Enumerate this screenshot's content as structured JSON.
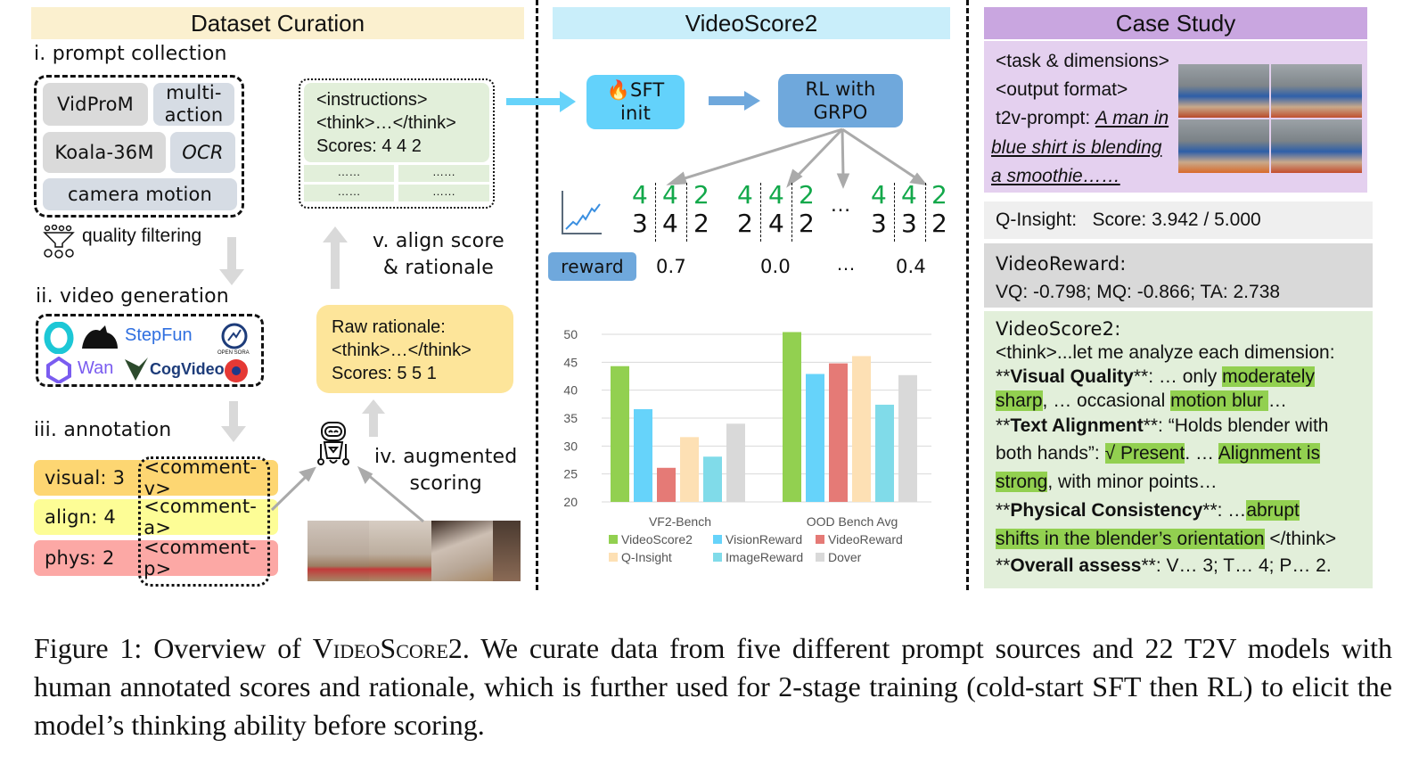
{
  "sections": {
    "left": "Dataset Curation",
    "middle": "VideoScore2",
    "right": "Case Study"
  },
  "curation": {
    "step1": "i. prompt collection",
    "prompt_sources": [
      "VidProM",
      "multi-\naction",
      "Koala-36M",
      "OCR",
      "camera motion"
    ],
    "filter": "quality filtering",
    "step2": "ii. video generation",
    "models": [
      "StepFun",
      "Wan",
      "CogVideo",
      "OPEN SORA"
    ],
    "step3": "iii. annotation",
    "annotations": [
      {
        "key": "visual: 3",
        "comment": "<comment-v>",
        "color": "#fdd672"
      },
      {
        "key": "align:  4",
        "comment": "<comment-a>",
        "color": "#fdfd96"
      },
      {
        "key": "phys:  2",
        "comment": "<comment-p>",
        "color": "#fca8a5"
      }
    ],
    "step4": [
      "iv. augmented",
      "scoring"
    ],
    "raw": [
      "Raw rationale:",
      "<think>…</think>",
      "Scores: 5  5  1"
    ],
    "step5": [
      "v. align score",
      "& rationale"
    ],
    "aligned": [
      "<instructions>",
      "<think>…</think>",
      "Scores: 4  4  2"
    ],
    "dots": "……"
  },
  "training": {
    "sft": [
      "SFT",
      "init"
    ],
    "rl": [
      "RL with",
      "GRPO"
    ],
    "groups": [
      {
        "target": [
          "4",
          "4",
          "2"
        ],
        "pred": [
          "3",
          "4",
          "2"
        ],
        "reward": "0.7"
      },
      {
        "target": [
          "4",
          "4",
          "2"
        ],
        "pred": [
          "2",
          "4",
          "2"
        ],
        "reward": "0.0"
      },
      {
        "target": [
          "4",
          "4",
          "2"
        ],
        "pred": [
          "3",
          "3",
          "2"
        ],
        "reward": "0.4"
      }
    ],
    "ellipsis": "…",
    "reward_label": "reward"
  },
  "chart_data": {
    "type": "bar",
    "categories": [
      "VF2-Bench",
      "OOD Bench Avg"
    ],
    "ylim": [
      20,
      50
    ],
    "yticks": [
      "20",
      "25",
      "30",
      "35",
      "40",
      "45",
      "50"
    ],
    "grid": true,
    "legend_position": "bottom",
    "series": [
      {
        "name": "VideoScore2",
        "values": [
          44.3,
          50.4
        ],
        "color": "#92d050"
      },
      {
        "name": "VisionReward",
        "values": [
          36.6,
          42.9
        ],
        "color": "#66d3fa"
      },
      {
        "name": "VideoReward",
        "values": [
          26.1,
          44.8
        ],
        "color": "#e57a76"
      },
      {
        "name": "Q-Insight",
        "values": [
          31.6,
          46.1
        ],
        "color": "#fde0b4"
      },
      {
        "name": "ImageReward",
        "values": [
          28.1,
          37.4
        ],
        "color": "#80dbe9"
      },
      {
        "name": "Dover",
        "values": [
          34.0,
          42.7
        ],
        "color": "#d9d9d9"
      }
    ]
  },
  "case": {
    "prompt_lines": [
      "<task & dimensions>",
      "<output format>"
    ],
    "t2v_label": "t2v-prompt: ",
    "t2v_prompt": [
      "A man in",
      "blue shirt is blending",
      "a smoothie……"
    ],
    "qinsight": "Q-Insight:   Score: 3.942 / 5.000",
    "videoreward": [
      "VideoReward:",
      "VQ: -0.798; MQ: -0.866; TA: 2.738"
    ],
    "videoscore2_title": "VideoScore2:",
    "videoscore2_lines": [
      [
        {
          "t": "<think>...let me analyze each dimension:"
        }
      ],
      [
        {
          "t": "**"
        },
        {
          "t": "Visual Quality",
          "b": 1
        },
        {
          "t": "**: … only "
        },
        {
          "t": "moderately ",
          "h": 1
        }
      ],
      [
        {
          "t": "sharp",
          "h": 1
        },
        {
          "t": ", … occasional "
        },
        {
          "t": "motion blur ",
          "h": 1
        },
        {
          "t": "…"
        }
      ],
      [
        {
          "t": "**"
        },
        {
          "t": "Text Alignment",
          "b": 1
        },
        {
          "t": "**: “Holds blender with"
        }
      ],
      [
        {
          "t": "both hands”: "
        },
        {
          "t": "√ Present",
          "h": 1
        },
        {
          "t": ". … "
        },
        {
          "t": "Alignment is ",
          "h": 1
        }
      ],
      [
        {
          "t": "strong",
          "h": 1
        },
        {
          "t": ", with minor points…"
        }
      ],
      [
        {
          "t": "**"
        },
        {
          "t": "Physical Consistency",
          "b": 1
        },
        {
          "t": "**: …"
        },
        {
          "t": "abrupt ",
          "h": 1
        }
      ],
      [
        {
          "t": "shifts in the blender’s orientation",
          "h": 1
        },
        {
          "t": " </think>"
        }
      ],
      [
        {
          "t": "**"
        },
        {
          "t": "Overall assess",
          "b": 1
        },
        {
          "t": "**: V… 3; T… 4; P… 2."
        }
      ]
    ]
  },
  "caption": {
    "prefix": "Figure 1: Overview of ",
    "name": "VideoScore2",
    "rest": ". We curate data from five different prompt sources and 22 T2V models with human annotated scores and rationale, which is further used for 2-stage training (cold-start SFT then RL) to elicit the model’s thinking ability before scoring."
  }
}
